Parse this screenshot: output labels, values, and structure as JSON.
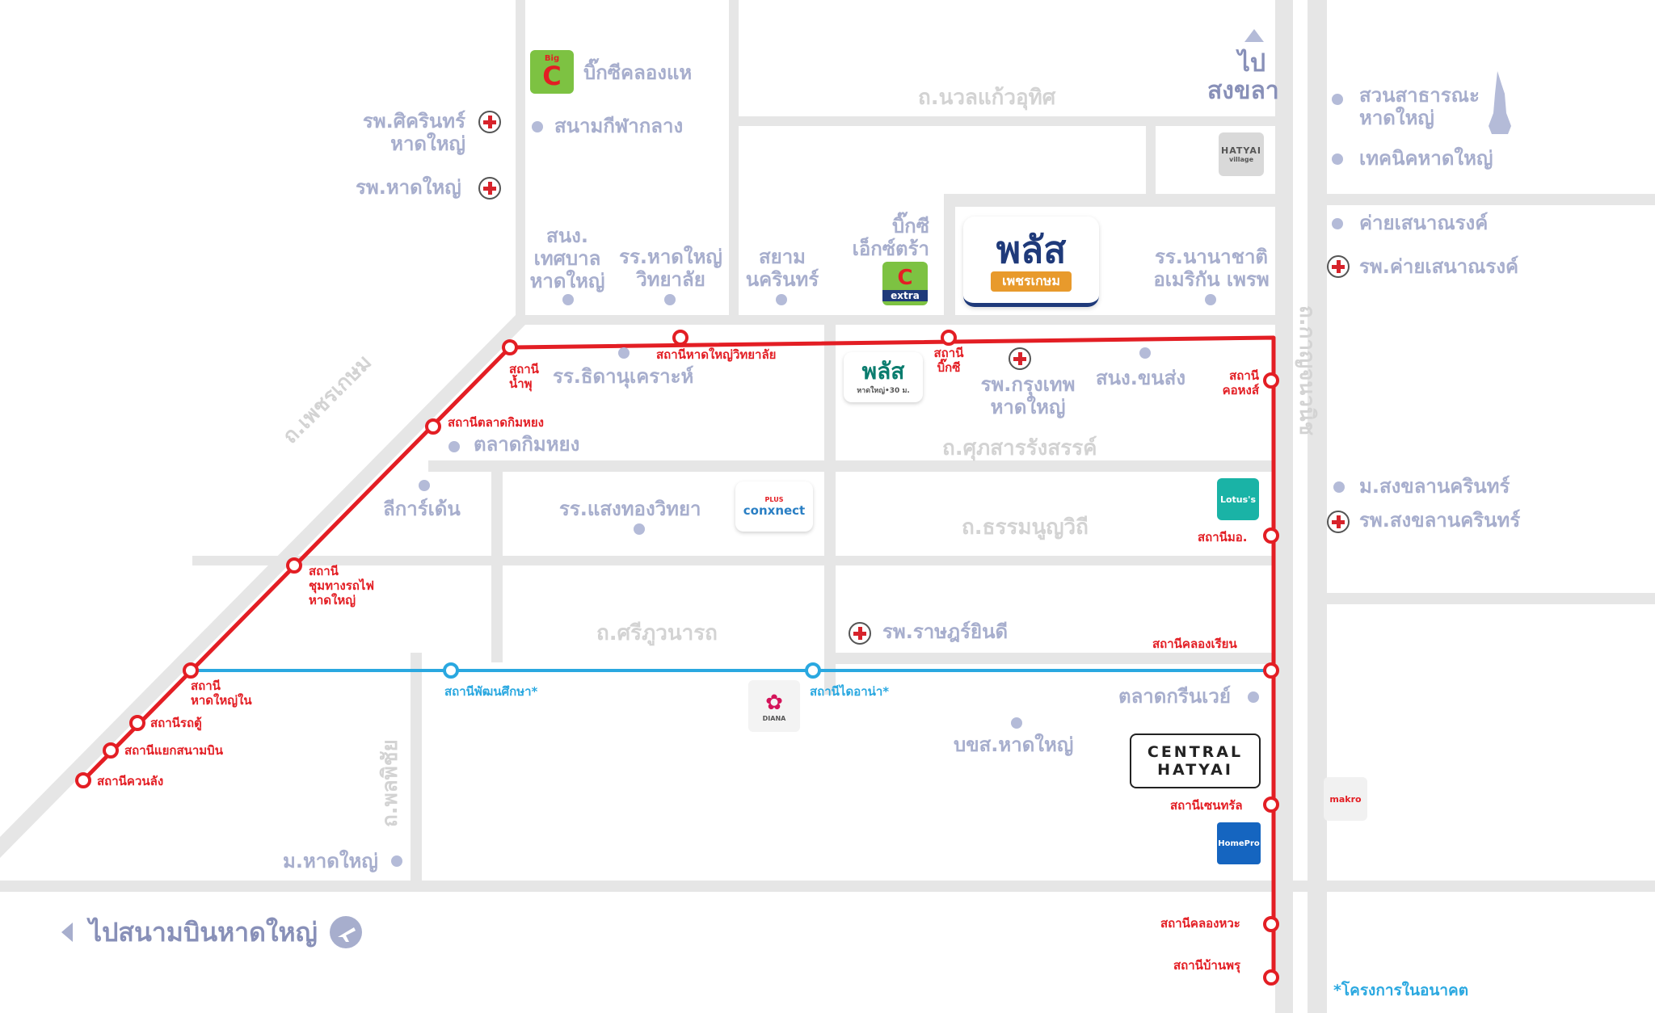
{
  "roads": {
    "nuanmwaeo": "ถ.นวลแก้วอุทิศ",
    "phetkasem": "ถ.เพชรเกษม",
    "suksan": "ถ.ศุภสารรังสรรค์",
    "thammanoon": "ถ.ธรรมนูญวิถี",
    "sriphuwanat": "ถ.ศรีภูวนารถ",
    "phonphichai": "ถ.พลพิชัย",
    "kanchanawanit": "ถ.กาญจนวนิช"
  },
  "places": {
    "bigc_khlong_hae": "บิ๊กซีคลองแห",
    "central_stadium": "สนามกีฬากลาง",
    "sikarin_l1": "รพ.ศิครินทร์",
    "sikarin_l2": "หาดใหญ่",
    "hatyai_hospital": "รพ.หาดใหญ่",
    "to_songkhla_1": "ไป",
    "to_songkhla_2": "สงขลา",
    "park_l1": "สวนสาธารณะ",
    "park_l2": "หาดใหญ่",
    "tech_hatyai": "เทคนิคหาดใหญ่",
    "camp": "ค่ายเสนาณรงค์",
    "camp_hospital": "รพ.ค่ายเสนาณรงค์",
    "muni_school_l1": "สนง.",
    "muni_school_l2": "เทศบาล",
    "muni_school_l3": "หาดใหญ่",
    "hatyai_college_l1": "รร.หาดใหญ่",
    "hatyai_college_l2": "วิทยาลัย",
    "siam_l1": "สยาม",
    "siam_l2": "นครินทร์",
    "bigc_extra_l1": "บิ๊กซี",
    "bigc_extra_l2": "เอ็กซ์ตร้า",
    "american_l1": "รร.นานาชาติ",
    "american_l2": "อเมริกัน เพรพ",
    "thida_school": "รร.ธิดานุเคราะห์",
    "kimyong_market": "ตลาดกิมหยง",
    "bangkok_hosp_l1": "รพ.กรุงเทพ",
    "bangkok_hosp_l2": "หาดใหญ่",
    "transport_office": "สนง.ขนส่ง",
    "lee_garden": "ลีการ์เด้น",
    "saengthong": "รร.แสงทองวิทยา",
    "psu": "ม.สงขลานครินทร์",
    "psu_hospital": "รพ.สงขลานครินทร์",
    "ratyindee": "รพ.ราษฎร์ยินดี",
    "greenway": "ตลาดกรีนเวย์",
    "bus_terminal": "บขส.หาดใหญ่",
    "hatyai_univ": "ม.หาดใหญ่",
    "to_airport": "ไปสนามบินหาดใหญ่",
    "future_note": "*โครงการในอนาคต"
  },
  "red_stations": {
    "namphu_l1": "สถานี",
    "namphu_l2": "น้ำพุ",
    "hatyai_college": "สถานีหาดใหญ่วิทยาลัย",
    "bigc_l1": "สถานี",
    "bigc_l2": "บิ๊กซี",
    "khohong_l1": "สถานี",
    "khohong_l2": "คอหงส์",
    "kimyong": "สถานีตลาดกิมหยง",
    "mo": "สถานีมอ.",
    "junction_l1": "สถานี",
    "junction_l2": "ชุมทางรถไฟ",
    "junction_l3": "หาดใหญ่",
    "hatyai_nai_l1": "สถานี",
    "hatyai_nai_l2": "หาดใหญ่ใน",
    "khlong_rian": "สถานีคลองเรียน",
    "rottu": "สถานีรถตู้",
    "yaek_sanambin": "สถานีแยกสนามบิน",
    "khuanlang": "สถานีควนลัง",
    "central": "สถานีเซนทรัล",
    "khlong_hwa": "สถานีคลองหวะ",
    "ban_phru": "สถานีบ้านพรุ"
  },
  "blue_stations": {
    "phatthana": "สถานีพัฒนศึกษา*",
    "diana": "สถานีไดอาน่า*"
  },
  "logos": {
    "bigc_mark": "C",
    "bigc_top": "Big",
    "hatyai_village_1": "HATYAI",
    "hatyai_village_2": "village",
    "plus_main": "พลัส",
    "plus_sub": "เพชรเกษม",
    "plus30_main": "พลัส",
    "plus30_sub": "หาดใหญ่•30 ม.",
    "conxnect_top": "PLUS",
    "conxnect": "conxnect",
    "lotus": "Lotus's",
    "diana": "DIANA",
    "central_1": "CENTRAL",
    "central_2": "HATYAI",
    "homepro": "HomePro",
    "makro": "makro",
    "extra": "extra"
  },
  "colors": {
    "red_line": "#e31e24",
    "blue_line": "#2aa8e0",
    "road": "#e6e6e6",
    "poi_text": "#a7aecd"
  }
}
